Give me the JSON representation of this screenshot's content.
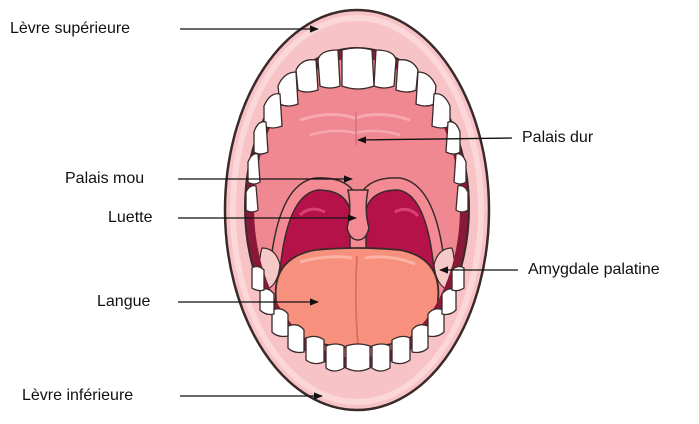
{
  "labels": {
    "upper_lip": "Lèvre supérieure",
    "hard_palate": "Palais dur",
    "soft_palate": "Palais mou",
    "uvula": "Luette",
    "tonsil": "Amygdale palatine",
    "tongue": "Langue",
    "lower_lip": "Lèvre inférieure"
  },
  "colors": {
    "lip": "#f7c3c6",
    "lip_outline": "#3a2a2a",
    "hard_palate": "#f08891",
    "throat": "#b5124a",
    "uvula": "#f48a94",
    "tongue": "#f7907c",
    "teeth": "#ffffff",
    "tonsil": "#f6c9c9"
  }
}
